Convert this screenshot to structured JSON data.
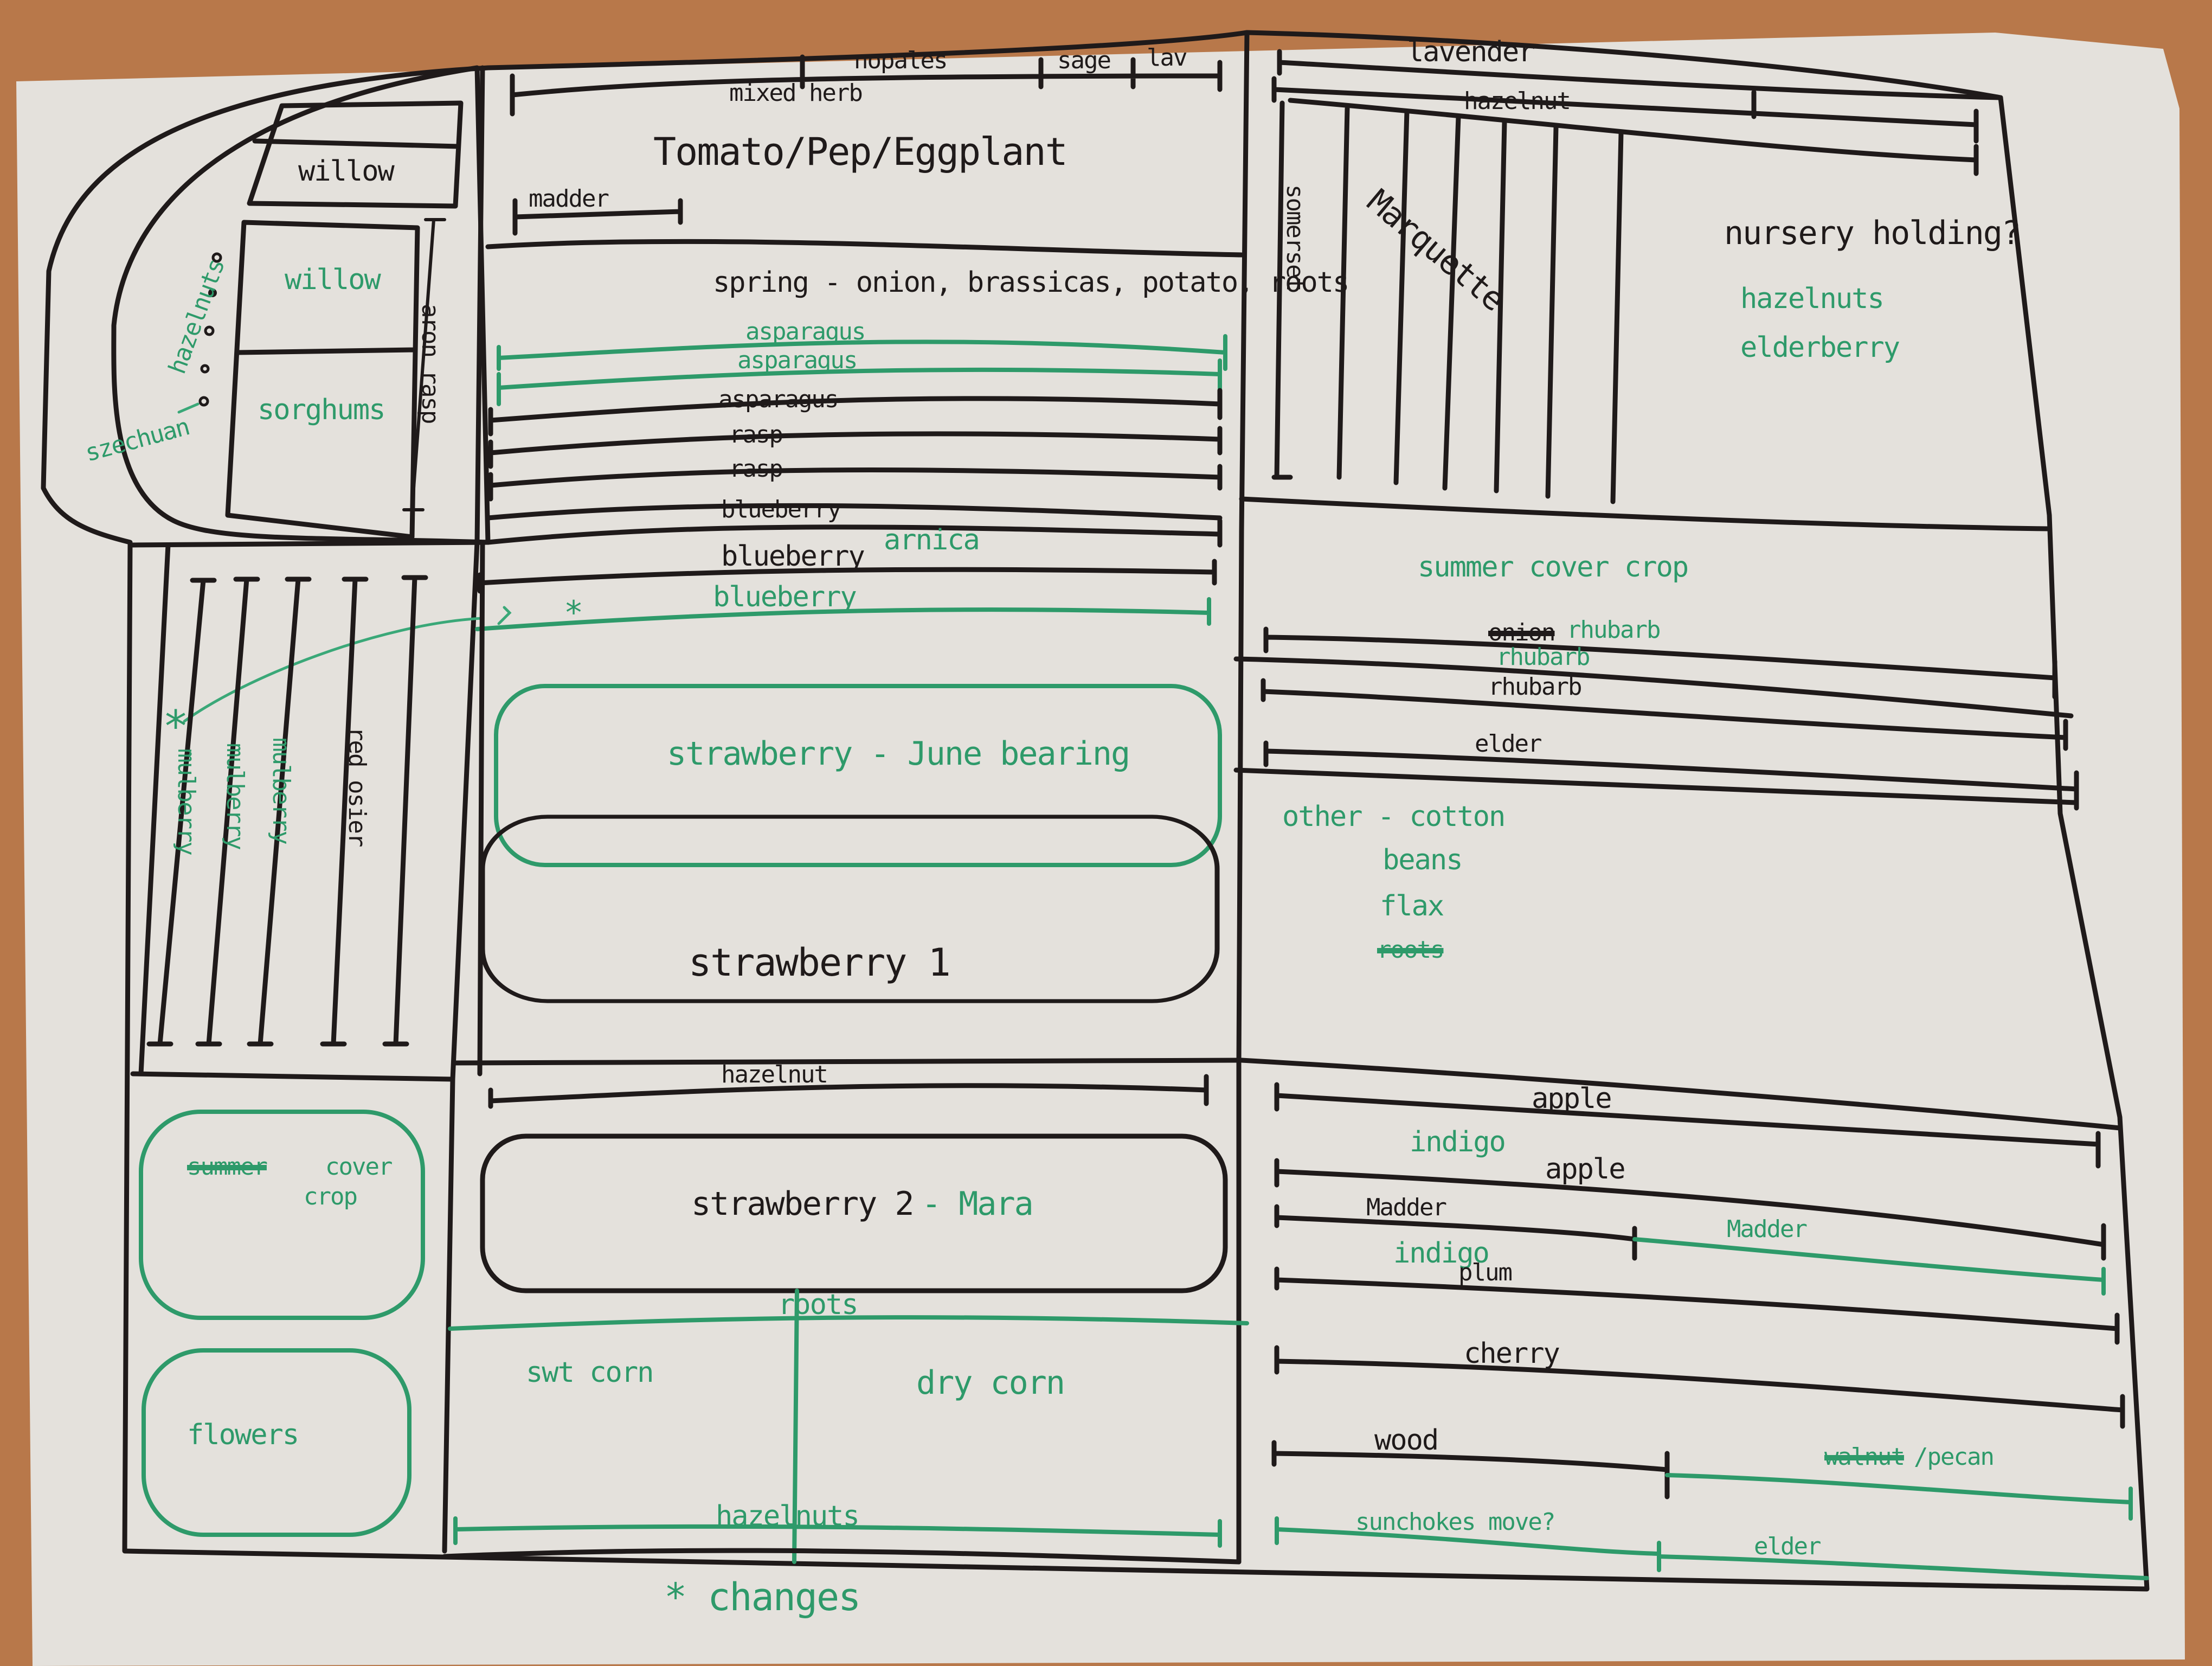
{
  "colors": {
    "black_ink": "#1f1a1a",
    "green_ink": "#2e9a6a",
    "paper": "#e4e1dc",
    "table": "#b8784a"
  },
  "left_oval": {
    "willow_top": "willow",
    "willow_green": "willow",
    "sorghums": "sorghums",
    "aronia_rasp": "aron rasp",
    "hazelnuts": "hazelnuts",
    "szechuan": "szechuan"
  },
  "left_grid": {
    "rows": [
      "mulberry",
      "mulberry",
      "mulberry",
      "red osier"
    ]
  },
  "left_lower": {
    "cover_crop_struck": "summer",
    "cover_crop_1": "cover",
    "cover_crop_2": "crop",
    "flowers": "flowers"
  },
  "center_top": {
    "nopales": "nopales",
    "sage": "sage",
    "lav": "lav",
    "mixed_herb": "mixed herb",
    "title": "Tomato/Pep/Eggplant",
    "madder": "madder"
  },
  "center_mid": {
    "spring": "spring - onion, brassicas, potato, roots",
    "rows": [
      {
        "label": "asparagus",
        "ink": "green"
      },
      {
        "label": "asparagus",
        "ink": "green"
      },
      {
        "label": "asparagus",
        "ink": "black"
      },
      {
        "label": "rasp",
        "ink": "black"
      },
      {
        "label": "rasp",
        "ink": "black"
      },
      {
        "label": "blueberry",
        "ink": "black"
      },
      {
        "label": "blueberry",
        "ink": "black"
      },
      {
        "label": "blueberry",
        "ink": "green"
      }
    ],
    "arnica": "arnica",
    "star": "*"
  },
  "center_strawberry": {
    "june": "strawberry - June bearing",
    "s1": "strawberry 1",
    "hazelnut": "hazelnut",
    "s2": "strawberry 2",
    "s2_variety": "- Mara",
    "roots": "roots",
    "sweet_corn": "swt corn",
    "dry_corn": "dry corn",
    "hazelnuts": "hazelnuts"
  },
  "right_top": {
    "lavender": "lavender",
    "hazelnut": "hazelnut",
    "somerset": "somerset",
    "marquette": "Marquette",
    "nursery": "nursery holding?",
    "hazelnuts": "hazelnuts",
    "elderberry": "elderberry"
  },
  "right_mid": {
    "summer_cover": "summer cover crop",
    "rhubarb_struck": "onion",
    "rhubarb_g1": "rhubarb",
    "rhubarb_g2": "rhubarb",
    "rhubarb_k": "rhubarb",
    "elder": "elder",
    "other": "other - cotton",
    "beans": "beans",
    "flax": "flax",
    "roots_struck": "roots"
  },
  "right_bottom": {
    "apple1": "apple",
    "indigo1": "indigo",
    "apple2": "apple",
    "madder_k": "Madder",
    "madder_g": "Madder",
    "indigo2": "indigo",
    "plum": "plum",
    "cherry": "cherry",
    "wood": "wood",
    "pecan_struck": "walnut",
    "pecan": "/pecan",
    "sunchokes": "sunchokes move?",
    "elder": "elder"
  },
  "footer": {
    "changes": "* changes"
  }
}
